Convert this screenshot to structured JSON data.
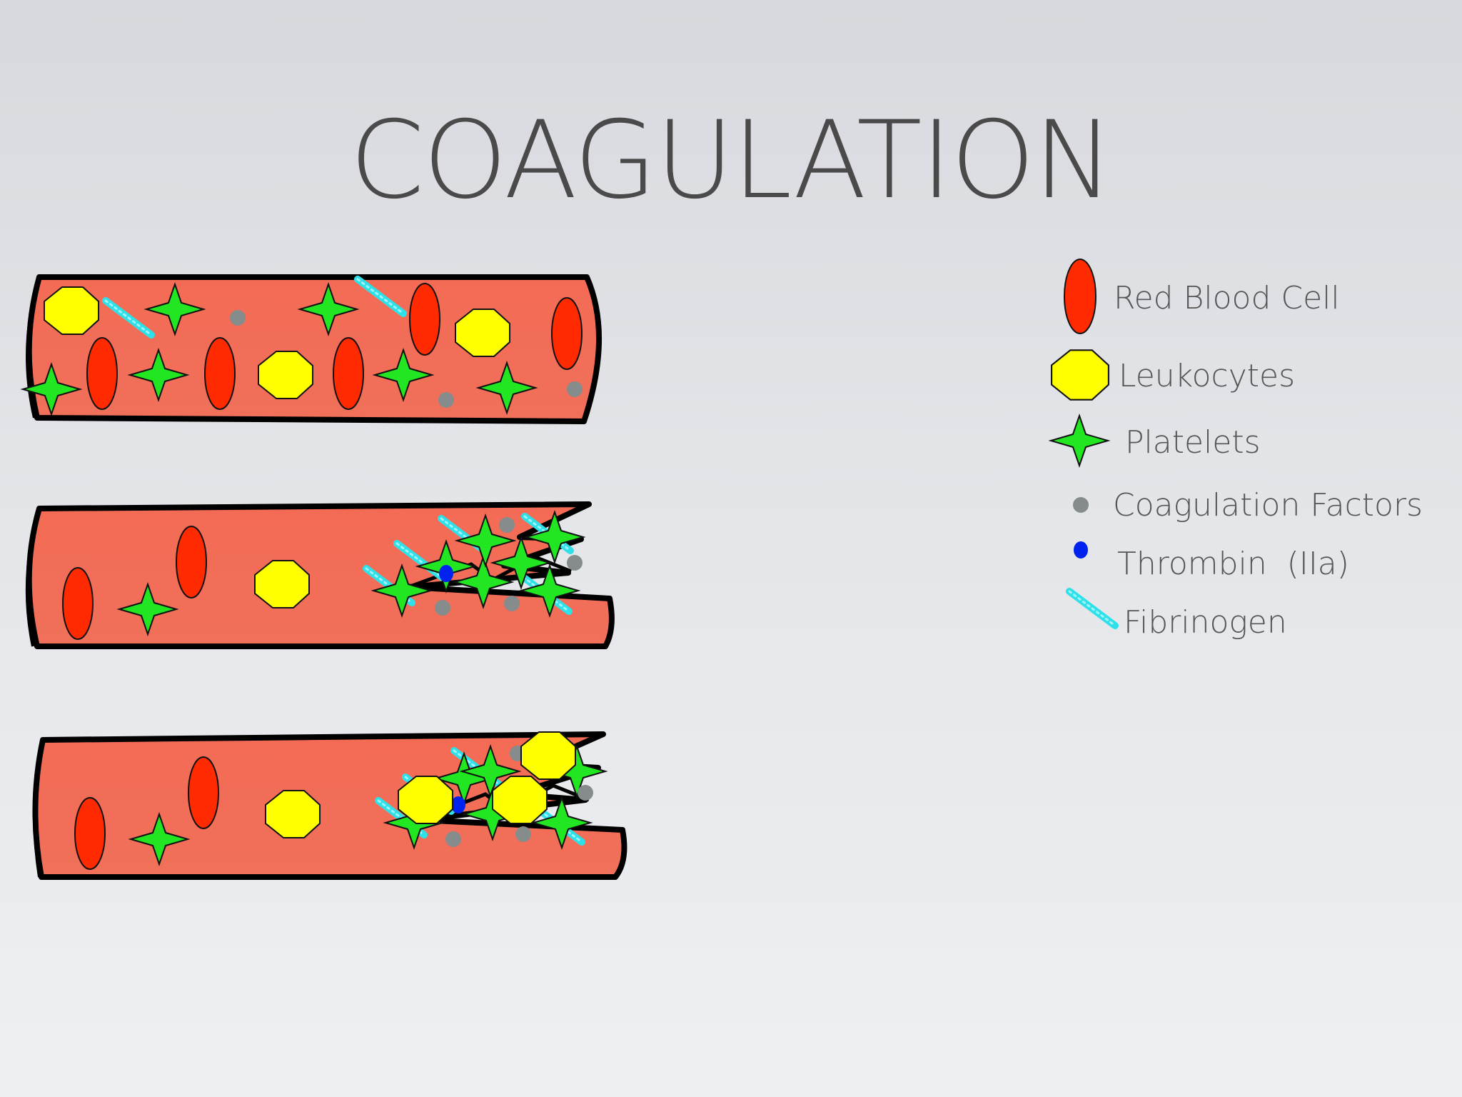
{
  "title": "COAGULATION",
  "colors": {
    "background": "#e4e6ea",
    "vessel": "#f26d57",
    "vessel_outline": "#000000",
    "red_blood_cell": "#ff2a00",
    "leukocyte": "#ffff00",
    "platelet": "#22e622",
    "coagulation_factor": "#868b8c",
    "thrombin": "#0022ee",
    "fibrinogen": "#2ee0e8"
  },
  "legend": {
    "red_blood_cell": "Red Blood Cell",
    "leukocytes": "Leukocytes",
    "platelets": "Platelets",
    "coagulation_factors": "Coagulation Factors",
    "thrombin": "Thrombin  (IIa)",
    "fibrinogen": "Fibrinogen"
  },
  "icons": {
    "red_blood_cell": "red-ellipse",
    "leukocyte": "yellow-octagon",
    "platelet": "green-four-point-star",
    "coagulation_factor": "gray-dot",
    "thrombin": "blue-dot",
    "fibrinogen": "cyan-strand"
  },
  "stages": [
    "intact vessel",
    "injured vessel with platelet plug",
    "injured vessel with clot"
  ]
}
